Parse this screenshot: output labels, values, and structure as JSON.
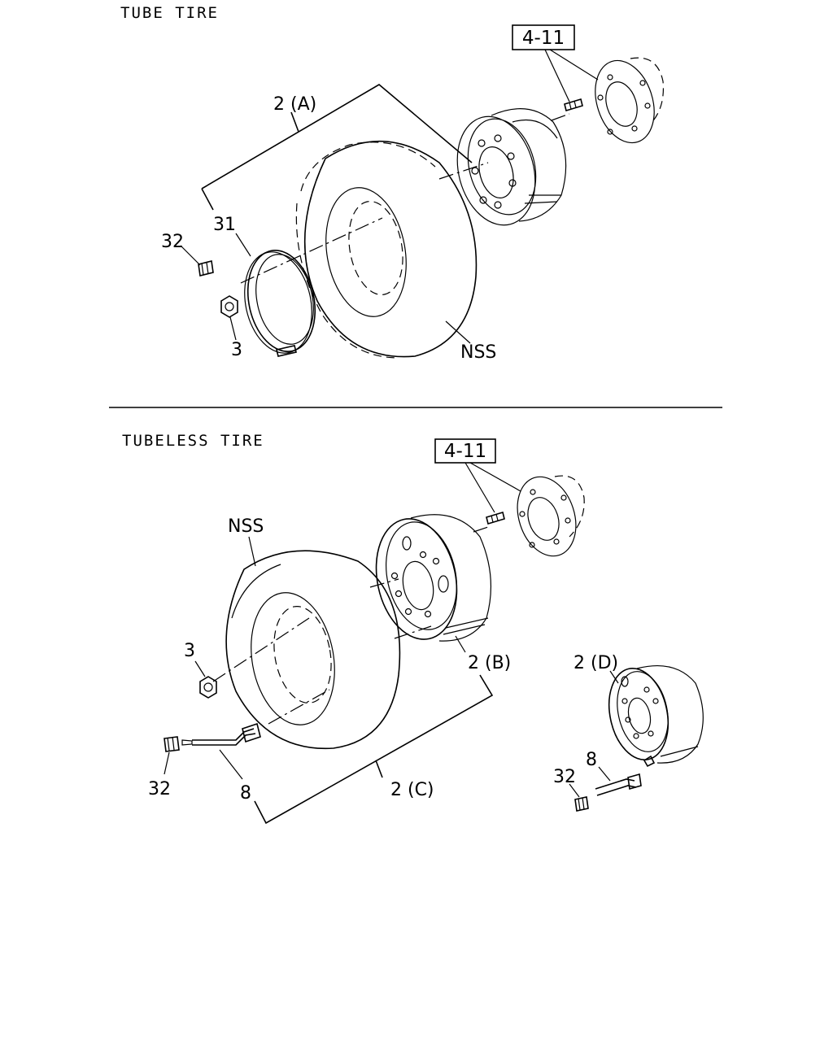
{
  "sections": {
    "tube": {
      "title": "TUBE TIRE",
      "ref_box": "4-11",
      "callouts": {
        "wheel_assy": "2 (A)",
        "flap": "31",
        "cap": "32",
        "nut": "3",
        "tire": "NSS"
      }
    },
    "tubeless": {
      "title": "TUBELESS TIRE",
      "ref_box": "4-11",
      "callouts": {
        "tire": "NSS",
        "nut": "3",
        "wheel_b": "2 (B)",
        "wheel_d": "2 (D)",
        "cap_left": "32",
        "valve_left": "8",
        "wheel_c": "2 (C)",
        "valve_right": "8",
        "cap_right": "32"
      }
    }
  },
  "colors": {
    "ink": "#000000",
    "paper": "#ffffff"
  }
}
